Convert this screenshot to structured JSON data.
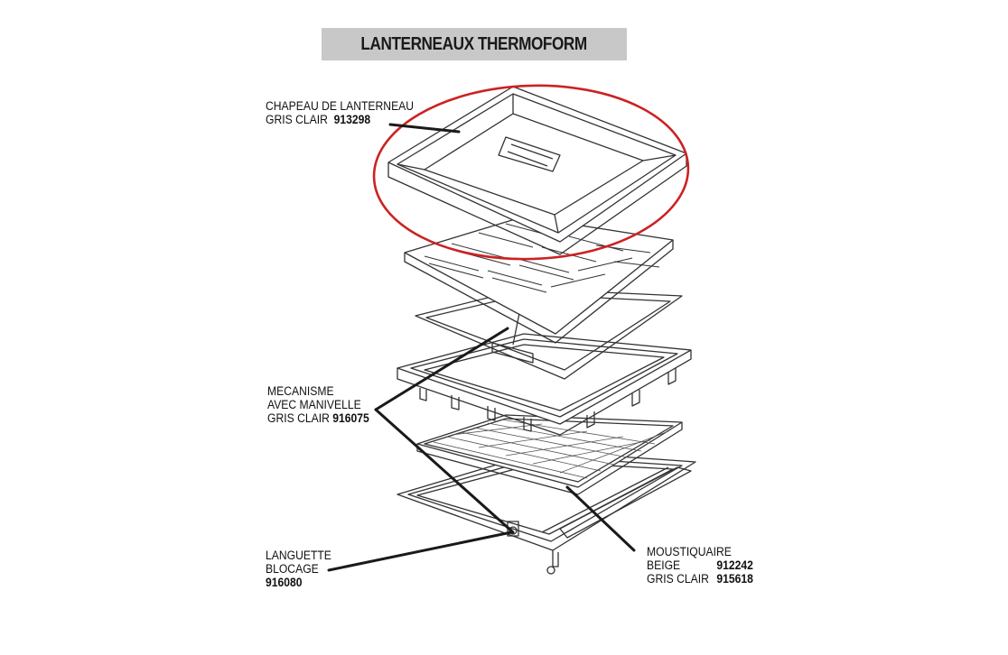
{
  "title": "LANTERNEAUX THERMOFORM",
  "callouts": {
    "chapeau": {
      "line1": "CHAPEAU DE LANTERNEAU",
      "line2": "GRIS CLAIR",
      "part": "913298"
    },
    "mecanisme": {
      "line1": "MECANISME",
      "line2": "AVEC MANIVELLE",
      "line3": "GRIS CLAIR",
      "part": "916075"
    },
    "languette": {
      "line1": "LANGUETTE",
      "line2": "BLOCAGE",
      "part": "916080"
    },
    "moustiquaire": {
      "line1": "MOUSTIQUAIRE",
      "beige_label": "BEIGE",
      "beige_part": "912242",
      "gris_label": "GRIS CLAIR",
      "gris_part": "915618"
    }
  },
  "highlight_color": "#cc2222",
  "line_color": "#1a1a1a"
}
